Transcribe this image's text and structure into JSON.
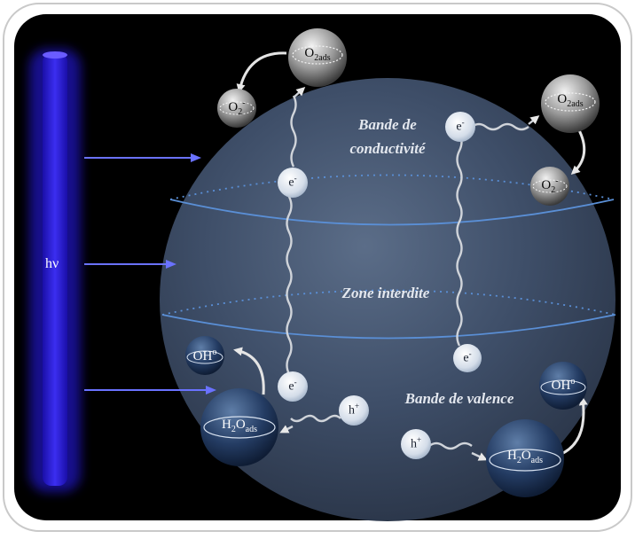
{
  "diagram": {
    "light_label": "hν",
    "bands": {
      "conduction": [
        "Bande de",
        "conductivité"
      ],
      "gap": "Zone interdite",
      "valence": "Bande de valence"
    },
    "species": {
      "o2_ads": {
        "base": "O",
        "sub": "2ads"
      },
      "o2_radical": {
        "base": "O",
        "sub": "2",
        "sup": "-"
      },
      "oh_radical": {
        "base": "OH",
        "sup": "o"
      },
      "h2o_ads": {
        "b1": "H",
        "s1": "2",
        "b2": "O",
        "s2": "ads"
      },
      "electron": {
        "base": "e",
        "sup": "-"
      },
      "hole": {
        "base": "h",
        "sup": "+"
      }
    },
    "colors": {
      "frame_bg": "#000000",
      "sphere": "#3c4c64",
      "light_bar": "#2b1fd0",
      "ray": "#3b4bff",
      "band_line": "#5a8fd6"
    }
  }
}
